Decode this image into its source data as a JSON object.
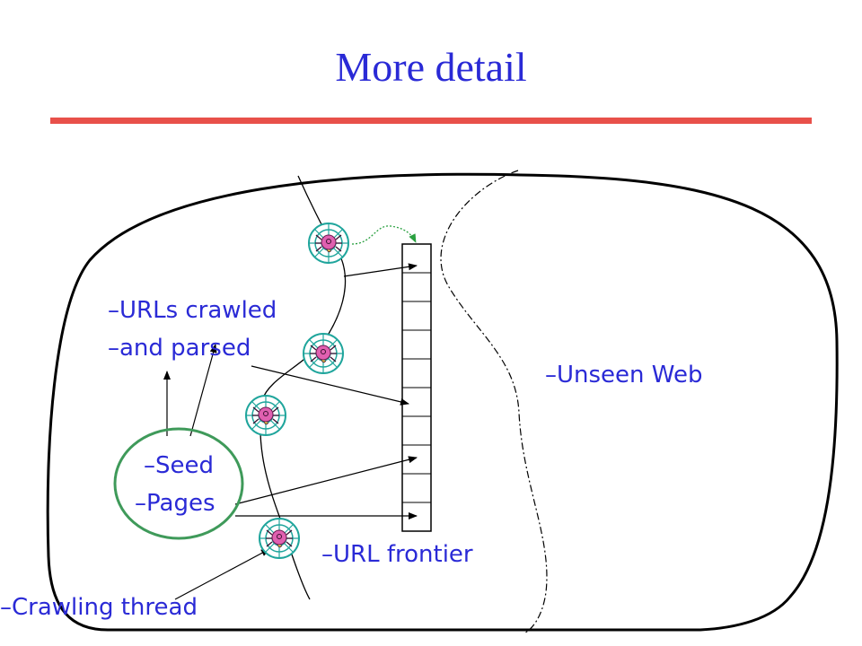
{
  "title": "More detail",
  "colors": {
    "title": "#2a2ad6",
    "rule": "#e8504a",
    "labels": "#2a2ad6",
    "seed_ellipse": "#3f9a5a",
    "queue_arrow": "#2aa040",
    "spider_web": "#1fa59c",
    "spider_body": "#e060b0"
  },
  "labels": {
    "urls_crawled": "–URLs crawled",
    "and_parsed": "–and parsed",
    "unseen_web": "–Unseen Web",
    "seed": "–Seed",
    "pages": "–Pages",
    "url_frontier": "–URL frontier",
    "crawling_thread": "–Crawling thread"
  },
  "icons": [
    "spider-web-icon",
    "spider-web-icon",
    "spider-web-icon",
    "spider-web-icon"
  ]
}
